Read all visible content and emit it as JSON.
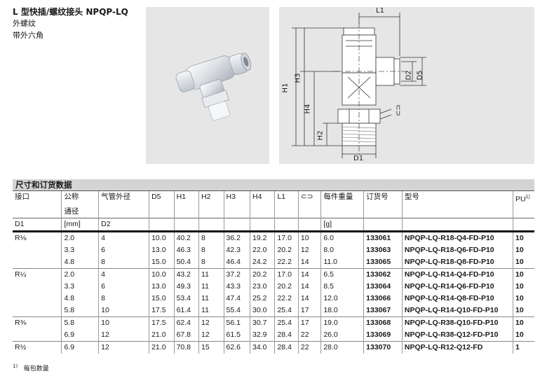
{
  "header": {
    "title": "L 型快插/螺纹接头 NPQP-LQ",
    "line1": "外螺纹",
    "line2": "带外六角"
  },
  "drawing": {
    "labels": [
      "L1",
      "H1",
      "H3",
      "H4",
      "H2",
      "D1",
      "D2",
      "D5"
    ],
    "wrench_symbol": "⊂⊃"
  },
  "table": {
    "title": "尺寸和订货数据",
    "headers": [
      "接口",
      "公称通径",
      "气管外径",
      "D5",
      "H1",
      "H2",
      "H3",
      "H4",
      "L1",
      "⊂⊃",
      "每件重量",
      "订货号",
      "型号",
      "PU"
    ],
    "pu_sup": "1)",
    "header_row1": {
      "c1": "公称",
      "c2_sub": "通径"
    },
    "units": [
      "D1",
      "[mm]",
      "D2",
      "",
      "",
      "",
      "",
      "",
      "",
      "",
      "[g]",
      "",
      "",
      ""
    ],
    "rows": [
      [
        "R⅛",
        "2.0",
        "4",
        "10.0",
        "40.2",
        "8",
        "36.2",
        "19.2",
        "17.0",
        "10",
        "6.0",
        "133061",
        "NPQP-LQ-R18-Q4-FD-P10",
        "10"
      ],
      [
        "",
        "3.3",
        "6",
        "13.0",
        "46.3",
        "8",
        "42.3",
        "22.0",
        "20.2",
        "12",
        "8.0",
        "133063",
        "NPQP-LQ-R18-Q6-FD-P10",
        "10"
      ],
      [
        "",
        "4.8",
        "8",
        "15.0",
        "50.4",
        "8",
        "46.4",
        "24.2",
        "22.2",
        "14",
        "11.0",
        "133065",
        "NPQP-LQ-R18-Q8-FD-P10",
        "10"
      ],
      [
        "R¼",
        "2.0",
        "4",
        "10.0",
        "43.2",
        "11",
        "37.2",
        "20.2",
        "17.0",
        "14",
        "6.5",
        "133062",
        "NPQP-LQ-R14-Q4-FD-P10",
        "10"
      ],
      [
        "",
        "3.3",
        "6",
        "13.0",
        "49.3",
        "11",
        "43.3",
        "23.0",
        "20.2",
        "14",
        "8.5",
        "133064",
        "NPQP-LQ-R14-Q6-FD-P10",
        "10"
      ],
      [
        "",
        "4.8",
        "8",
        "15.0",
        "53.4",
        "11",
        "47.4",
        "25.2",
        "22.2",
        "14",
        "12.0",
        "133066",
        "NPQP-LQ-R14-Q8-FD-P10",
        "10"
      ],
      [
        "",
        "5.8",
        "10",
        "17.5",
        "61.4",
        "11",
        "55.4",
        "30.0",
        "25.4",
        "17",
        "18.0",
        "133067",
        "NPQP-LQ-R14-Q10-FD-P10",
        "10"
      ],
      [
        "R⅜",
        "5.8",
        "10",
        "17.5",
        "62.4",
        "12",
        "56.1",
        "30.7",
        "25.4",
        "17",
        "19.0",
        "133068",
        "NPQP-LQ-R38-Q10-FD-P10",
        "10"
      ],
      [
        "",
        "6.9",
        "12",
        "21.0",
        "67.8",
        "12",
        "61.5",
        "32.9",
        "28.4",
        "22",
        "26.0",
        "133069",
        "NPQP-LQ-R38-Q12-FD-P10",
        "10"
      ],
      [
        "R½",
        "6.9",
        "12",
        "21.0",
        "70.8",
        "15",
        "62.6",
        "34.0",
        "28.4",
        "22",
        "28.0",
        "133070",
        "NPQP-LQ-R12-Q12-FD",
        "1"
      ]
    ],
    "group_starts": [
      0,
      3,
      7,
      9
    ]
  },
  "footnote": {
    "mark": "1)",
    "text": "每包数量"
  }
}
